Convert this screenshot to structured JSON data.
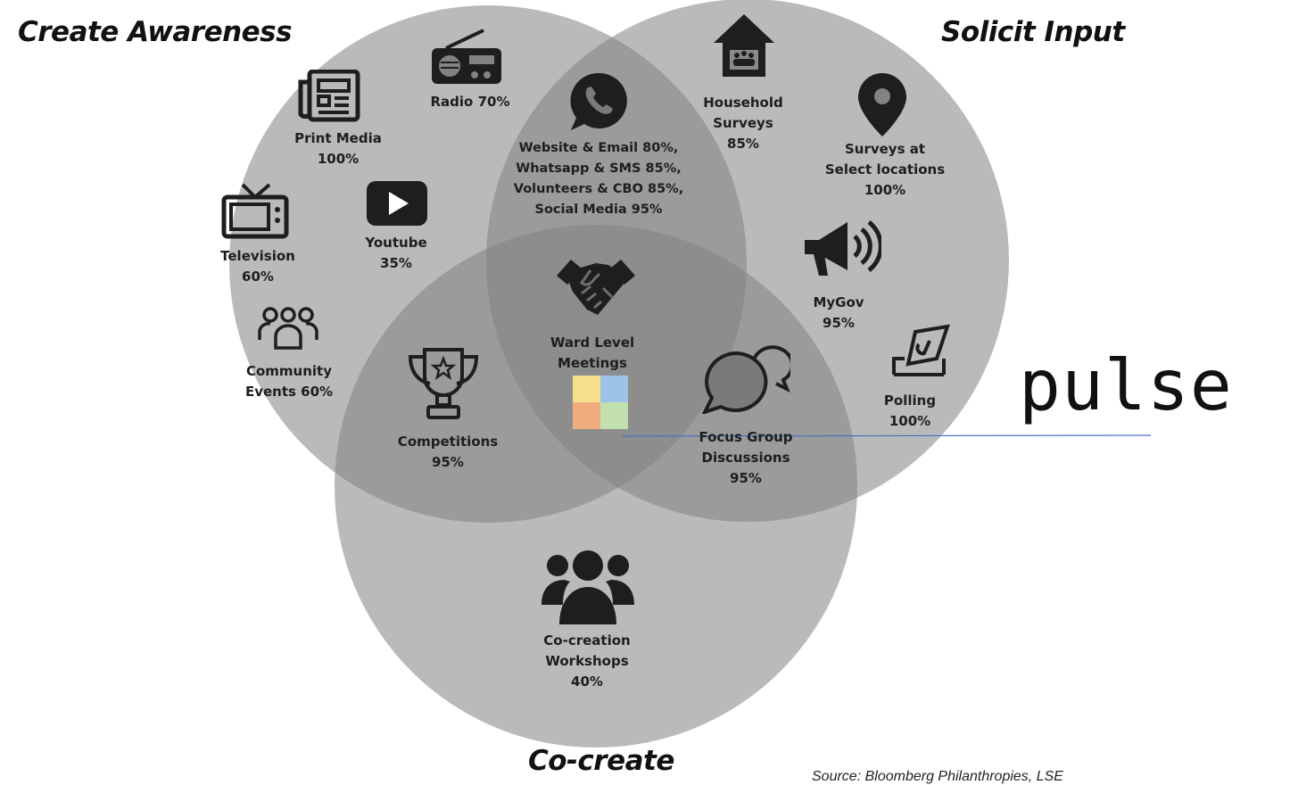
{
  "titles": {
    "create_awareness": "Create Awareness",
    "solicit_input": "Solicit Input",
    "co_create": "Co-create"
  },
  "items": {
    "print_media": "Print Media\n100%",
    "radio": "Radio 70%",
    "television": "Television\n60%",
    "youtube": "Youtube\n35%",
    "community_events": "Community\nEvents 60%",
    "website_email": "Website & Email 80%,\nWhatsapp & SMS 85%,\nVolunteers & CBO 85%,\nSocial Media 95%",
    "household_surveys": "Household\nSurveys\n85%",
    "surveys_select": "Surveys at\nSelect locations\n100%",
    "mygov": "MyGov\n95%",
    "polling": "Polling\n100%",
    "ward_meetings": "Ward Level\nMeetings",
    "competitions": "Competitions\n95%",
    "focus_groups": "Focus Group\nDiscussions\n95%",
    "workshops": "Co-creation\nWorkshops\n40%"
  },
  "brand": {
    "word": "pulse"
  },
  "source_note": "Source: Bloomberg Philanthropies, LSE",
  "colors": {
    "circle_fill": "#7f7f7f",
    "logo_tiles": [
      "#f6df8e",
      "#9dc3e6",
      "#f0ad7f",
      "#c2dfae"
    ],
    "underline": "#4472c4"
  }
}
